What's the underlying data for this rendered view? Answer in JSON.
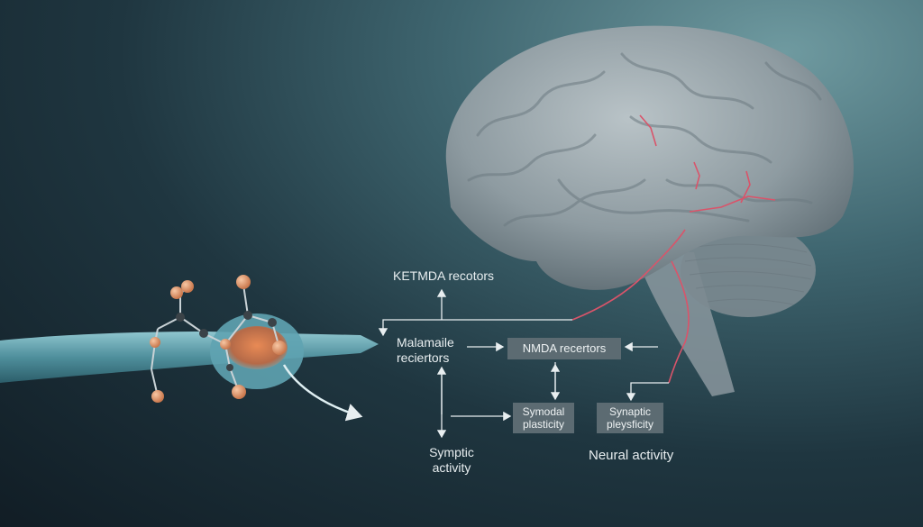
{
  "labels": {
    "top": "KETMDA recotors",
    "left_line1": "Malamaile",
    "left_line2": "reciertors",
    "bottom_left_line1": "Symptic",
    "bottom_left_line2": "activity",
    "bottom_right": "Neural activity"
  },
  "boxes": {
    "nmda": "NMDA recertors",
    "synodal_line1": "Symodal",
    "synodal_line2": "plasticity",
    "synaptic_line1": "Synaptic",
    "synaptic_line2": "pleysficity"
  },
  "colors": {
    "box_fill": "#5c6b72",
    "arrow": "#e8eef0",
    "nerve": "#d9546a",
    "molecule_atom": "#e09a70"
  }
}
